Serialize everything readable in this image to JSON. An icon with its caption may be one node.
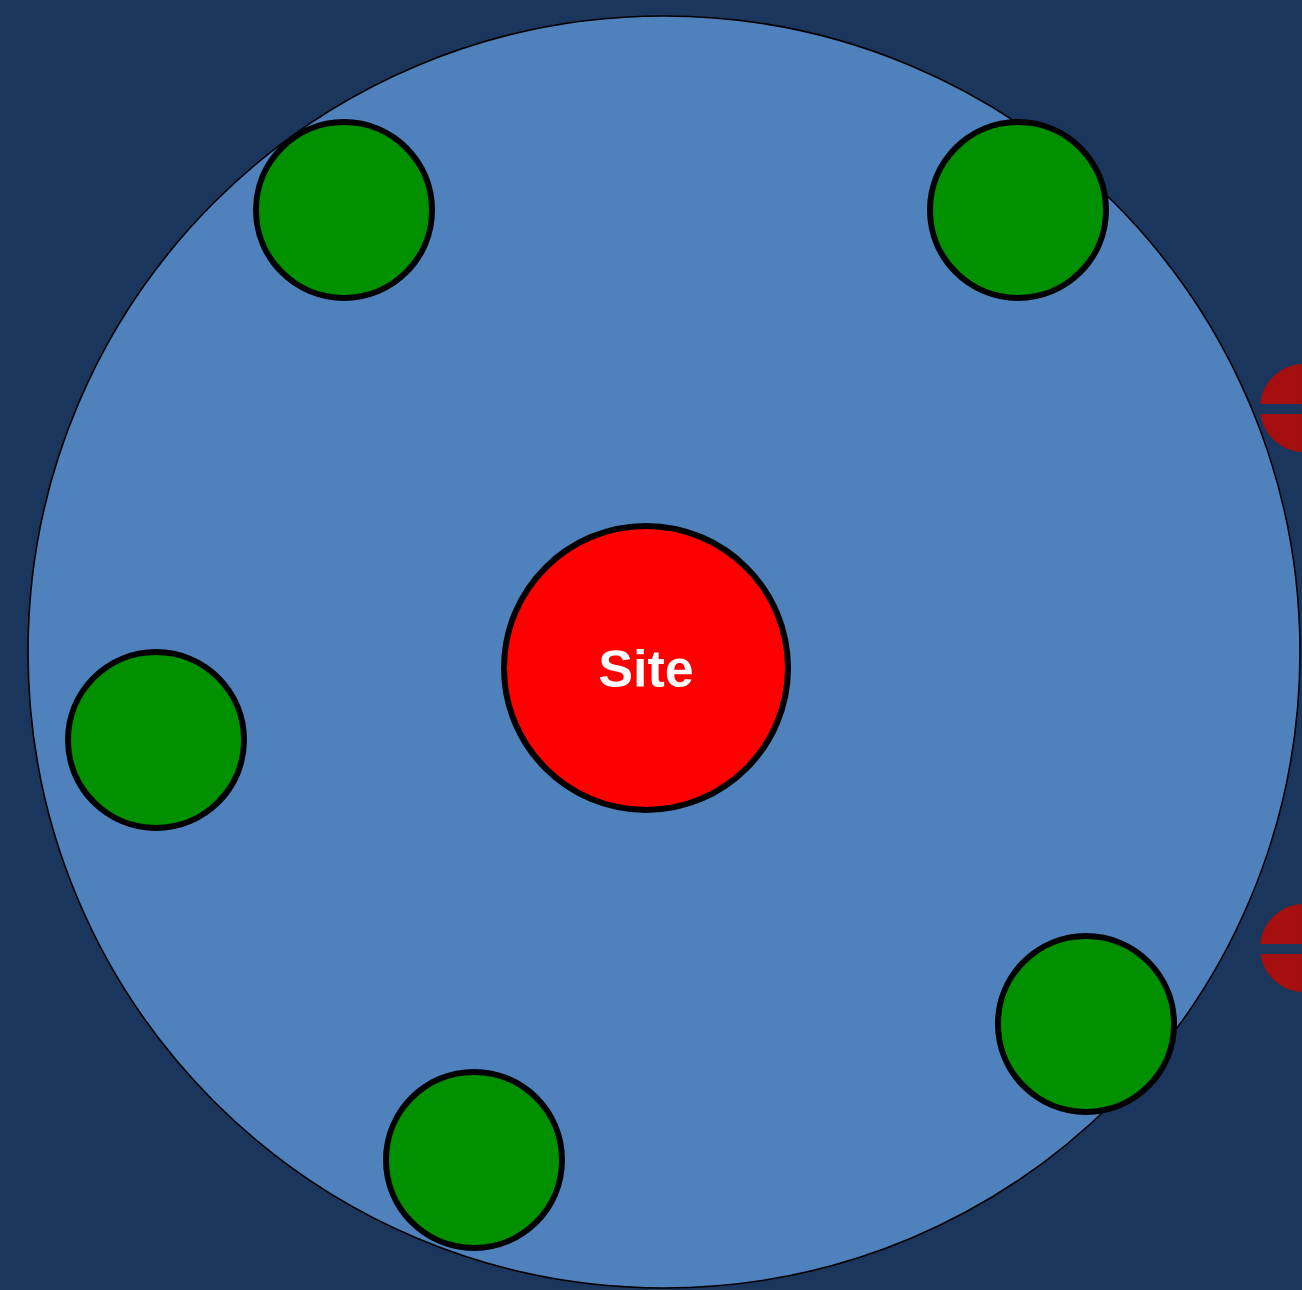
{
  "diagram": {
    "nodes": [
      {
        "text": [],
        "shape": "circle"
      },
      {
        "text": [],
        "shape": "circle",
        "in": 0
      },
      {
        "text": [],
        "shape": "circle",
        "in": 0
      },
      {
        "text": [
          "Site"
        ],
        "in": 0
      },
      {
        "text": [],
        "shape": "circle",
        "in": 0
      },
      {
        "text": [],
        "shape": "circle",
        "in": 0
      },
      {
        "text": [],
        "shape": "circle",
        "in": 0
      }
    ]
  }
}
